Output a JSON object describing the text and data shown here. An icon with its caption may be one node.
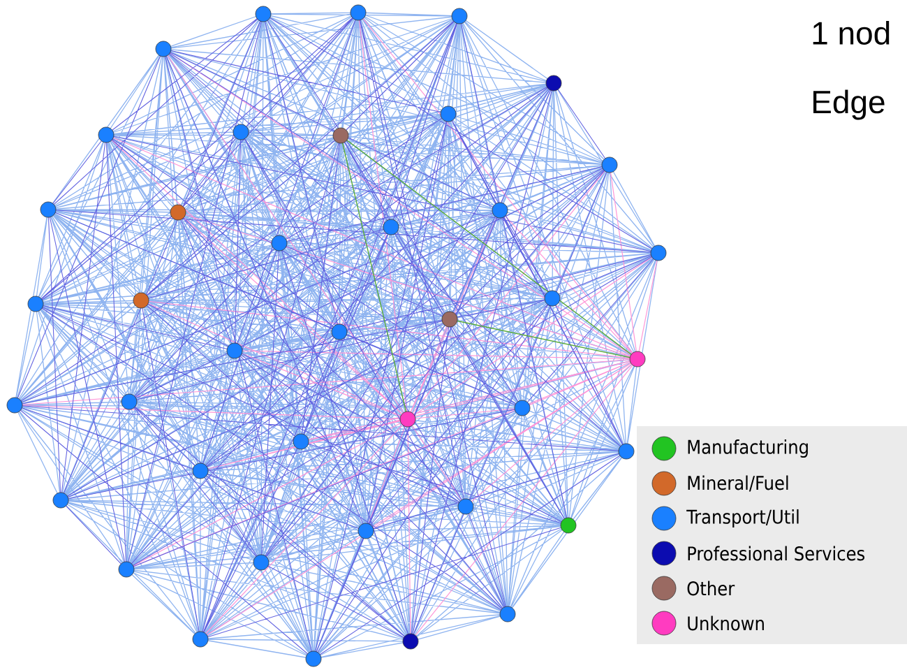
{
  "diagram": {
    "labels": [
      "1 nod",
      "Edge"
    ],
    "legend": [
      {
        "text": "Manufacturing",
        "color": "#22c422"
      },
      {
        "text": "Mineral/Fuel",
        "color": "#d2692a"
      },
      {
        "text": "Transport/Util",
        "color": "#1a80ff"
      },
      {
        "text": "Professional Services",
        "color": "#0c0cb0"
      },
      {
        "text": "Other",
        "color": "#9a6a62"
      },
      {
        "text": "Unknown",
        "color": "#ff3cc0"
      }
    ]
  }
}
